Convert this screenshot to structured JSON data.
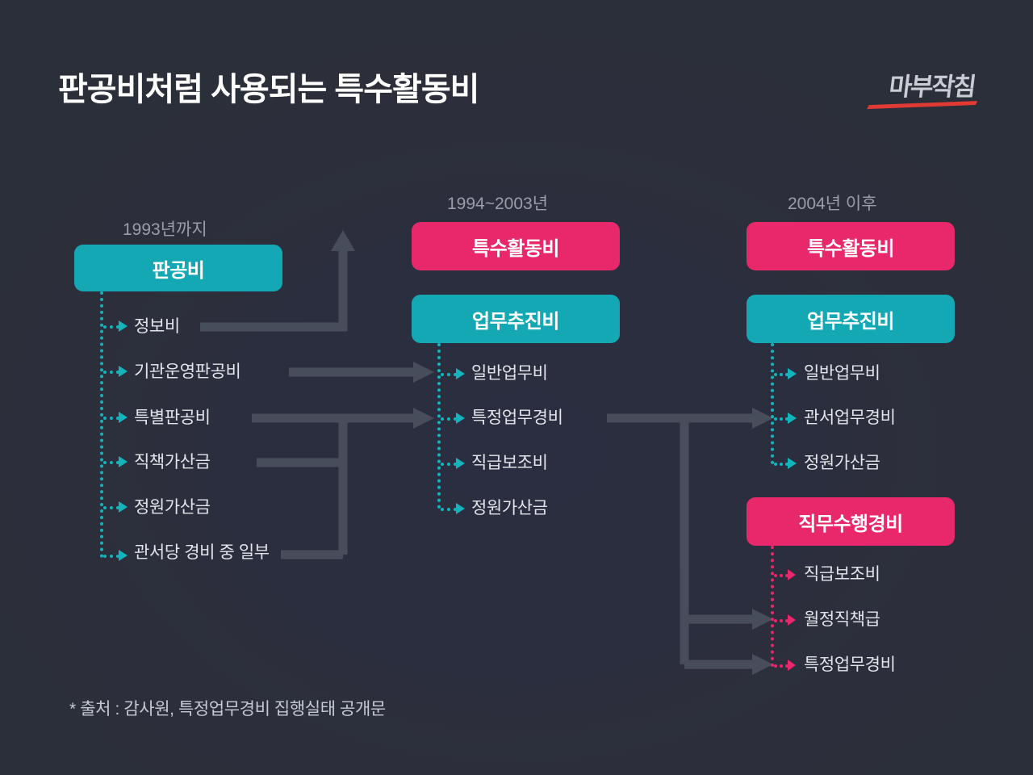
{
  "header": {
    "title": "판공비처럼 사용되는 특수활동비",
    "logo": "마부작침"
  },
  "colors": {
    "background": "#2b2f3a",
    "teal": "#14a8b4",
    "teal_line": "#14b4bd",
    "pink": "#e8286a",
    "gray_connector": "#484d5b",
    "era_label": "#9a9ea8",
    "text": "#e2e5ea",
    "logo_accent": "#e03a33"
  },
  "columns": [
    {
      "era": "1993년까지",
      "groups": [
        {
          "name": "판공비",
          "color": "teal",
          "items": [
            "정보비",
            "기관운영판공비",
            "특별판공비",
            "직책가산금",
            "정원가산금",
            "관서당 경비 중 일부"
          ]
        }
      ]
    },
    {
      "era": "1994~2003년",
      "groups": [
        {
          "name": "특수활동비",
          "color": "pink",
          "items": []
        },
        {
          "name": "업무추진비",
          "color": "teal",
          "items": [
            "일반업무비",
            "특정업무경비",
            "직급보조비",
            "정원가산금"
          ]
        }
      ]
    },
    {
      "era": "2004년 이후",
      "groups": [
        {
          "name": "특수활동비",
          "color": "pink",
          "items": []
        },
        {
          "name": "업무추진비",
          "color": "teal",
          "items": [
            "일반업무비",
            "관서업무경비",
            "정원가산금"
          ]
        },
        {
          "name": "직무수행경비",
          "color": "pink",
          "items": [
            "직급보조비",
            "월정직책급",
            "특정업무경비"
          ]
        }
      ]
    }
  ],
  "flows": [
    {
      "from": "정보비",
      "to": "특수활동비"
    },
    {
      "from": "기관운영판공비",
      "to": "일반업무비"
    },
    {
      "from": "특별판공비",
      "to": "특정업무경비"
    },
    {
      "from": "직책가산금",
      "to": "특정업무경비"
    },
    {
      "from": "관서당 경비 중 일부",
      "to": "특정업무경비"
    },
    {
      "from": "특정업무경비",
      "to": "관서업무경비"
    },
    {
      "from": "특정업무경비",
      "to": "월정직책급"
    },
    {
      "from": "특정업무경비",
      "to": "특정업무경비"
    }
  ],
  "footer": {
    "source": "* 출처 : 감사원, 특정업무경비 집행실태 공개문"
  }
}
